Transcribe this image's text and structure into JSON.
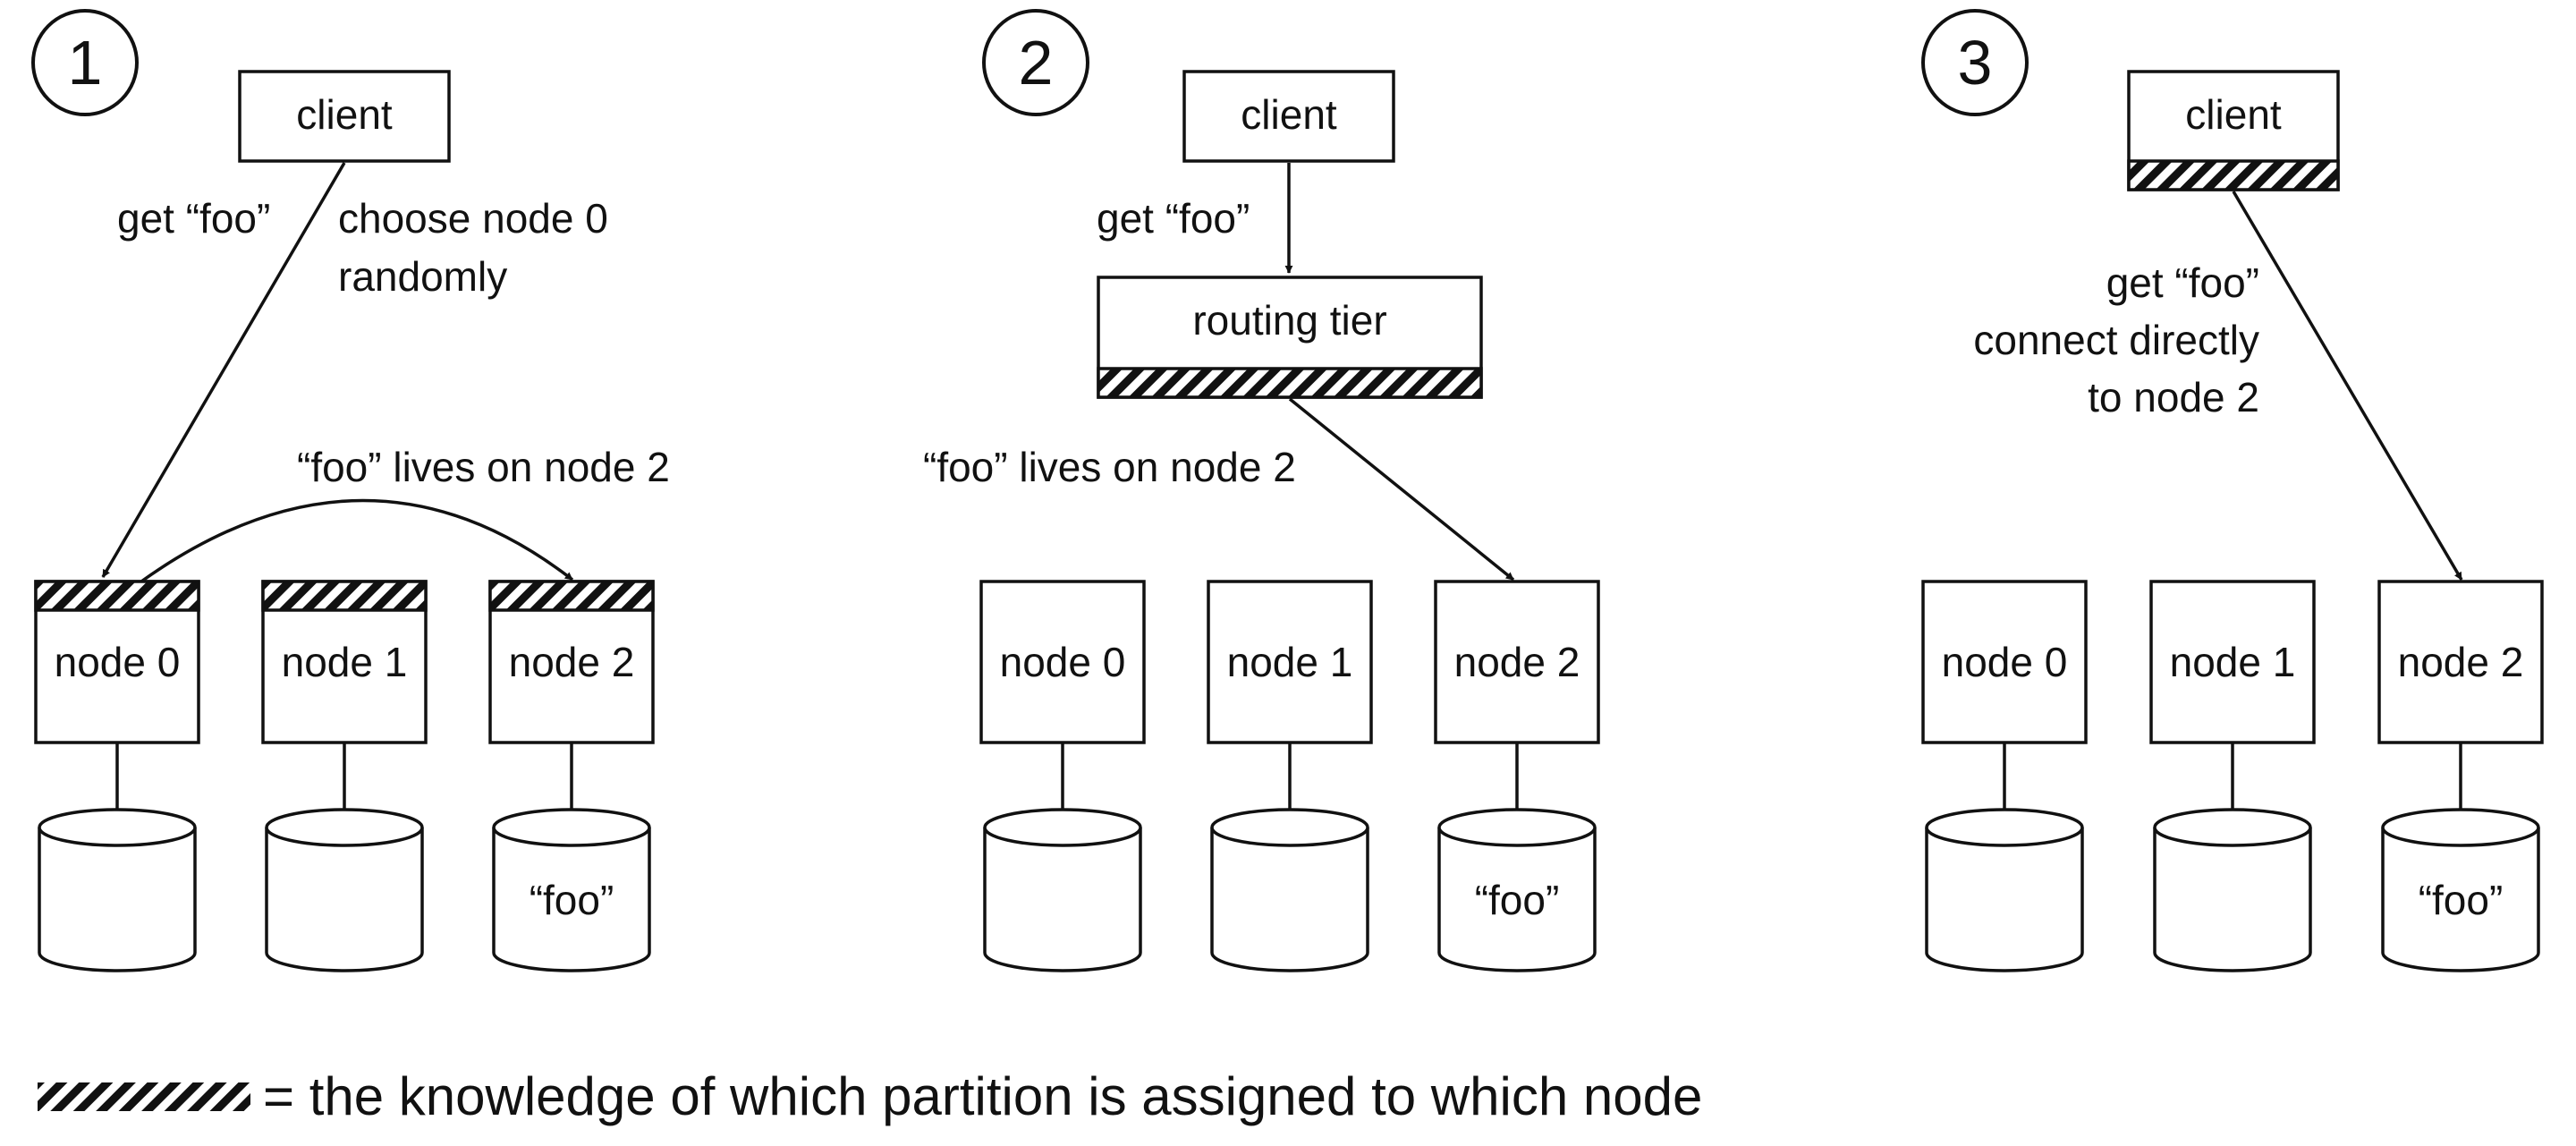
{
  "legend": {
    "text": "= the knowledge of which partition is assigned to which node"
  },
  "panels": [
    {
      "number": "1",
      "client": "client",
      "labels": {
        "get": "get “foo”",
        "choose_1": "choose node 0",
        "choose_2": "randomly",
        "lives": "“foo” lives on node 2"
      },
      "nodes": [
        "node 0",
        "node 1",
        "node 2"
      ],
      "db_label": "“foo”"
    },
    {
      "number": "2",
      "client": "client",
      "routing": "routing tier",
      "labels": {
        "get": "get “foo”",
        "lives": "“foo” lives on node 2"
      },
      "nodes": [
        "node 0",
        "node 1",
        "node 2"
      ],
      "db_label": "“foo”"
    },
    {
      "number": "3",
      "client": "client",
      "labels": {
        "get": "get “foo”",
        "connect_1": "connect directly",
        "connect_2": "to node 2"
      },
      "nodes": [
        "node 0",
        "node 1",
        "node 2"
      ],
      "db_label": "“foo”"
    }
  ]
}
